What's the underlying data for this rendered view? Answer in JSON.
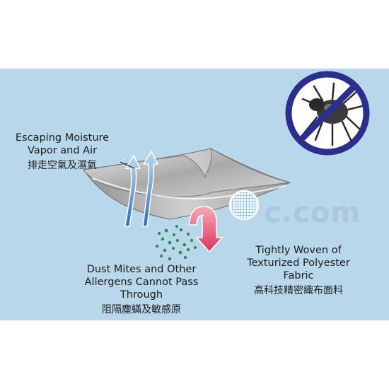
{
  "labels": {
    "moisture": {
      "en_line1": "Escaping Moisture",
      "en_line2": "Vapor and Air",
      "zh": "排走空氣及濕氣"
    },
    "dust": {
      "en_line1": "Dust Mites and Other",
      "en_line2": "Allergens Cannot Pass",
      "en_line3": "Through",
      "zh": "阻隔塵蟎及敏感原"
    },
    "fabric": {
      "en_line1": "Tightly Woven of",
      "en_line2": "Texturized Polyester",
      "en_line3": "Fabric",
      "zh": "高科技精密織布面料"
    }
  },
  "watermark": "c.com",
  "colors": {
    "panel_bg": "#b9d7ea",
    "up_arrow": "#4a86c8",
    "down_arrow": "#e0335a",
    "no_sign": "#2a2f8f",
    "mesh": "#3aa0e0",
    "particles": "#2f8c4a"
  },
  "icons": {
    "no_sign": "no-dust-mite-icon",
    "mesh": "woven-mesh-icon"
  }
}
